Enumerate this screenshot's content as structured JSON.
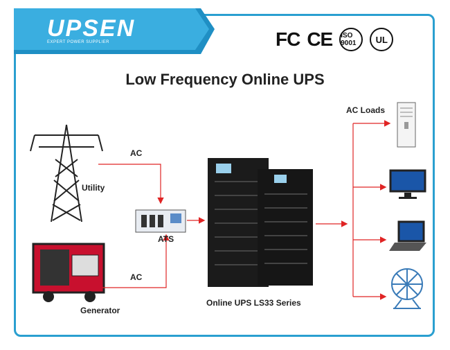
{
  "brand": {
    "logo": "UPSEN",
    "tagline": "EXPERT POWER SUPPLIER"
  },
  "certifications": [
    {
      "name": "fcc-mark",
      "text": "FC"
    },
    {
      "name": "ce-mark",
      "text": "CE"
    },
    {
      "name": "iso-9001-seal",
      "text": "ISO 9001"
    },
    {
      "name": "ul-mark",
      "text": "UL"
    }
  ],
  "title": "Low Frequency Online UPS",
  "labels": {
    "ac_top": "AC",
    "utility": "Utility",
    "ats": "ATS",
    "ac_bottom": "AC",
    "generator": "Generator",
    "ups": "Online UPS LS33 Series",
    "ac_loads": "AC Loads"
  },
  "colors": {
    "frame": "#2a9fd0",
    "arrow": "#e02424",
    "brand_tab": "#1f8fc4"
  }
}
